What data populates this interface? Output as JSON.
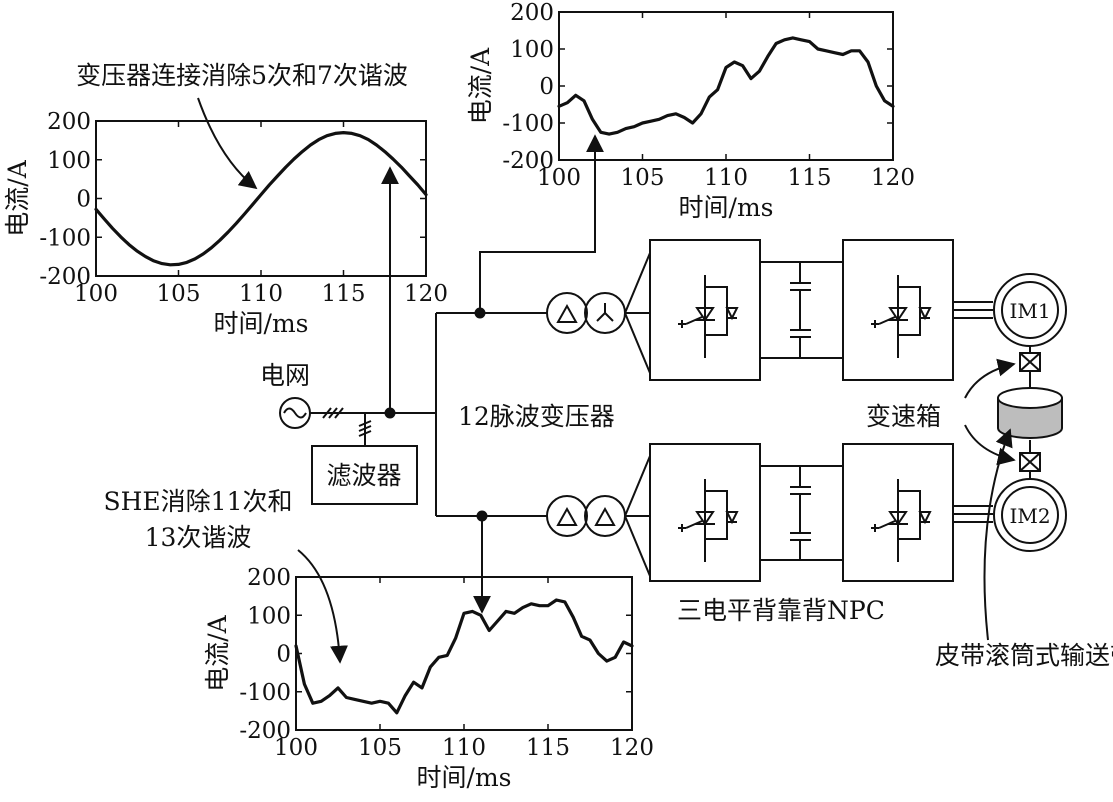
{
  "labels": {
    "grid": "电网",
    "filter": "滤波器",
    "transformer": "12脉波变压器",
    "gearbox": "变速箱",
    "npc": "三电平背靠背NPC",
    "conveyor": "皮带滚筒式输送带",
    "im1": "IM1",
    "im2": "IM2",
    "annotation_top_left": "变压器连接消除5次和7次谐波",
    "annotation_bottom_line1": "SHE消除11次和",
    "annotation_bottom_line2": "13次谐波"
  },
  "chart_data": [
    {
      "type": "line",
      "xlabel": "时间/ms",
      "ylabel": "电流/A",
      "xlim": [
        100,
        120
      ],
      "ylim": [
        -200,
        200
      ],
      "xticks": [
        "100",
        "105",
        "110",
        "115",
        "120"
      ],
      "yticks": [
        "200",
        "100",
        "0",
        "-100",
        "-200"
      ],
      "series": [
        {
          "x": [
            100,
            100.5,
            101,
            101.5,
            102,
            102.5,
            103,
            103.5,
            104,
            104.5,
            105,
            105.5,
            106,
            106.5,
            107,
            107.5,
            108,
            108.5,
            109,
            109.5,
            110,
            110.5,
            111,
            111.5,
            112,
            112.5,
            113,
            113.5,
            114,
            114.5,
            115,
            115.5,
            116,
            116.5,
            117,
            117.5,
            118,
            118.5,
            119,
            119.5,
            120
          ],
          "y": [
            -28,
            -53,
            -77,
            -99,
            -119,
            -136,
            -150,
            -161,
            -168,
            -171,
            -170,
            -165,
            -156,
            -143,
            -127,
            -108,
            -87,
            -64,
            -40,
            -15,
            10,
            35,
            58,
            81,
            102,
            121,
            138,
            152,
            162,
            168,
            170,
            168,
            162,
            152,
            138,
            121,
            102,
            81,
            58,
            35,
            10
          ]
        }
      ]
    },
    {
      "type": "line",
      "xlabel": "时间/ms",
      "ylabel": "电流/A",
      "xlim": [
        100,
        120
      ],
      "ylim": [
        -200,
        200
      ],
      "xticks": [
        "100",
        "105",
        "110",
        "115",
        "120"
      ],
      "yticks": [
        "200",
        "100",
        "0",
        "-100",
        "-200"
      ],
      "series": [
        {
          "x": [
            100,
            100.5,
            101,
            101.5,
            102,
            102.5,
            103,
            103.5,
            104,
            104.5,
            105,
            105.5,
            106,
            106.5,
            107,
            107.5,
            108,
            108.5,
            109,
            109.5,
            110,
            110.5,
            111,
            111.5,
            112,
            112.5,
            113,
            113.5,
            114,
            114.5,
            115,
            115.5,
            116,
            116.5,
            117,
            117.5,
            118,
            118.5,
            119,
            119.5,
            120
          ],
          "y": [
            -55,
            -45,
            -25,
            -40,
            -90,
            -125,
            -130,
            -125,
            -115,
            -110,
            -100,
            -95,
            -90,
            -80,
            -75,
            -85,
            -100,
            -75,
            -30,
            -10,
            50,
            65,
            55,
            20,
            40,
            80,
            115,
            125,
            130,
            125,
            120,
            100,
            95,
            90,
            85,
            95,
            95,
            65,
            0,
            -40,
            -55
          ]
        }
      ]
    },
    {
      "type": "line",
      "xlabel": "时间/ms",
      "ylabel": "电流/A",
      "xlim": [
        100,
        120
      ],
      "ylim": [
        -200,
        200
      ],
      "xticks": [
        "100",
        "105",
        "110",
        "115",
        "120"
      ],
      "yticks": [
        "200",
        "100",
        "0",
        "-100",
        "-200"
      ],
      "series": [
        {
          "x": [
            100,
            100.5,
            101,
            101.5,
            102,
            102.5,
            103,
            103.5,
            104,
            104.5,
            105,
            105.5,
            106,
            106.5,
            107,
            107.5,
            108,
            108.5,
            109,
            109.5,
            110,
            110.5,
            111,
            111.5,
            112,
            112.5,
            113,
            113.5,
            114,
            114.5,
            115,
            115.5,
            116,
            116.5,
            117,
            117.5,
            118,
            118.5,
            119,
            119.5,
            120
          ],
          "y": [
            20,
            -80,
            -130,
            -125,
            -110,
            -90,
            -115,
            -120,
            -125,
            -130,
            -125,
            -130,
            -155,
            -110,
            -75,
            -90,
            -35,
            -10,
            -5,
            40,
            105,
            110,
            100,
            60,
            85,
            110,
            105,
            120,
            130,
            125,
            125,
            140,
            135,
            95,
            45,
            35,
            0,
            -20,
            -10,
            30,
            20
          ]
        }
      ]
    }
  ]
}
